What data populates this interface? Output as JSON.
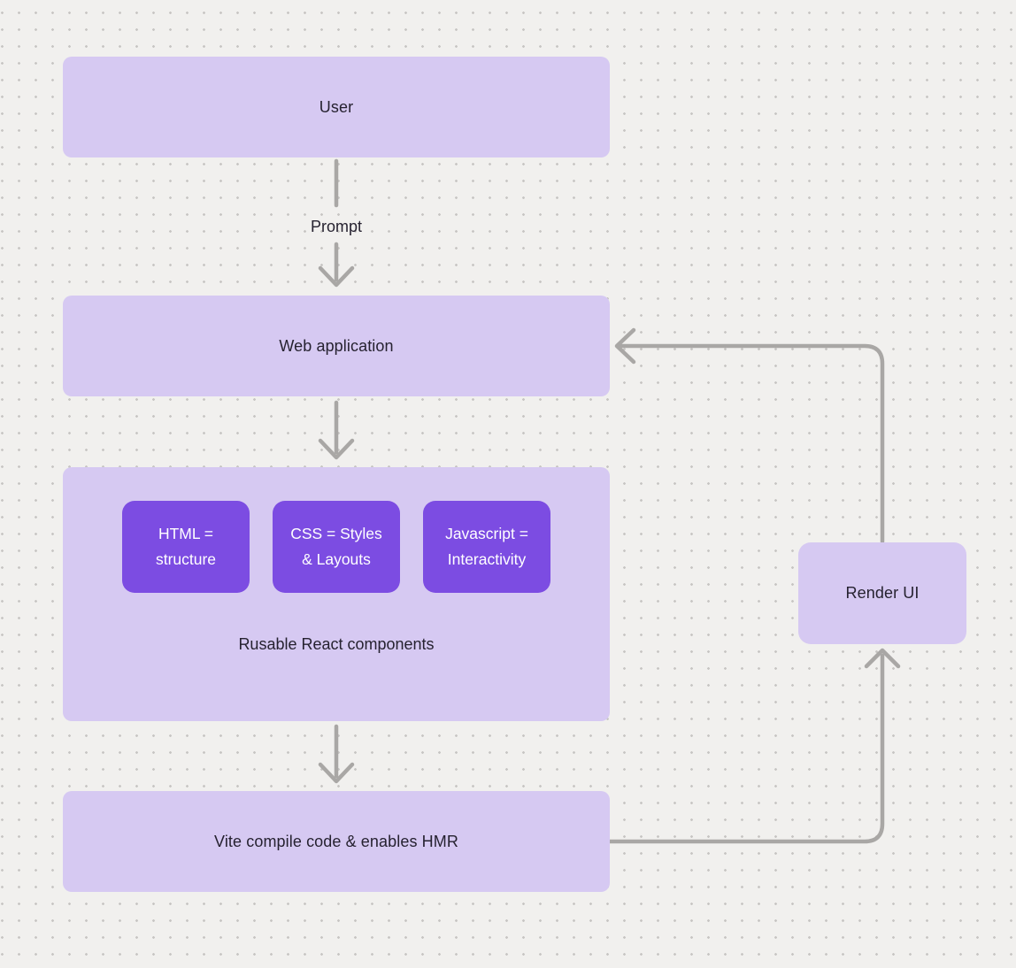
{
  "diagram": {
    "nodes": {
      "user": {
        "label": "User"
      },
      "web_app": {
        "label": "Web application"
      },
      "components_group": {
        "caption": "Rusable React components",
        "children": [
          {
            "label": "HTML =\nstructure"
          },
          {
            "label": "CSS = Styles\n& Layouts"
          },
          {
            "label": "Javascript =\nInteractivity"
          }
        ]
      },
      "vite": {
        "label": "Vite compile code & enables HMR"
      },
      "render_ui": {
        "label": "Render UI"
      }
    },
    "edges": [
      {
        "from": "user",
        "to": "web_app",
        "label": "Prompt"
      },
      {
        "from": "web_app",
        "to": "components_group",
        "label": ""
      },
      {
        "from": "components_group",
        "to": "vite",
        "label": ""
      },
      {
        "from": "vite",
        "to": "render_ui",
        "label": ""
      },
      {
        "from": "render_ui",
        "to": "web_app",
        "label": ""
      }
    ],
    "colors": {
      "background": "#f1f0ee",
      "dot": "#c8c6c4",
      "node_fill": "#d6c9f2",
      "node_text": "#262230",
      "inner_fill": "#7c4ce2",
      "inner_text": "#ffffff",
      "connector": "#a9a7a5"
    }
  }
}
